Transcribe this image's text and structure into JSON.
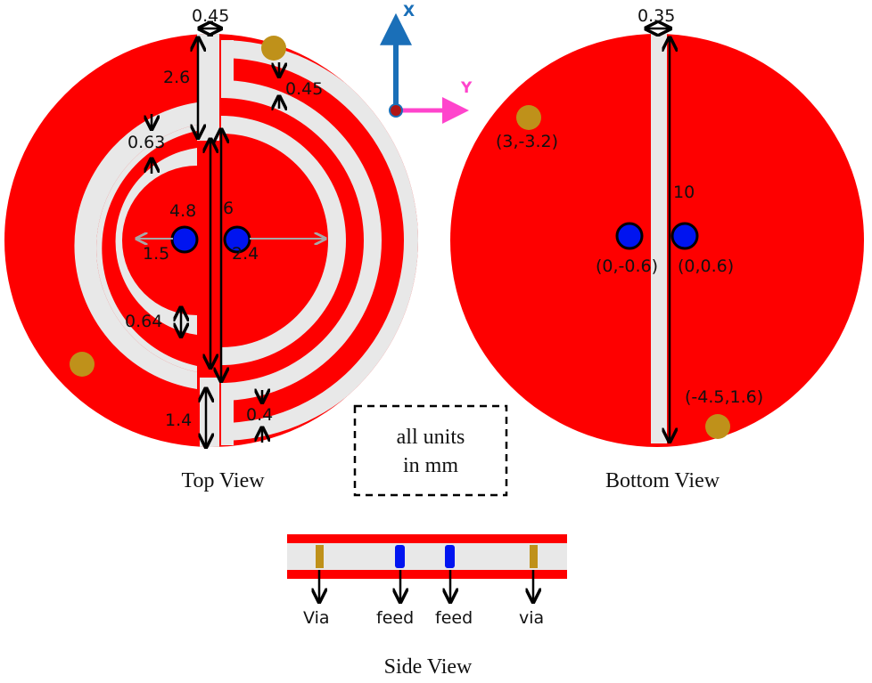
{
  "colors": {
    "copper": "#fe0000",
    "substrate": "#e8e8e8",
    "via": "#bf911a",
    "feed": "#0014f0",
    "x_axis": "#1a6fb8",
    "y_axis": "#ff44cc",
    "dimension_arrow": "#000000",
    "radius_arrow": "#b0b0b0"
  },
  "icons": {
    "axis": "xy-axis-icon",
    "via": "via-dot-icon",
    "feed": "feed-dot-icon"
  },
  "views": {
    "top": {
      "caption": "Top View",
      "dims": {
        "slot_width": "0.45",
        "upper_segment": "2.6",
        "ring_gap": "0.45",
        "ring_width_outer": "0.63",
        "inner_radius_left": "4.8",
        "inner_radius_right": "6",
        "feed_left_radius": "1.5",
        "feed_right_radius": "2.4",
        "ring_width_inner": "0.64",
        "lower_gap": "0.4",
        "lower_segment": "1.4"
      }
    },
    "bottom": {
      "caption": "Bottom View",
      "dims": {
        "slot_width": "0.35",
        "slot_length": "10"
      },
      "coords": {
        "via_top": "(3,-3.2)",
        "feed_left": "(0,-0.6)",
        "feed_right": "(0,0.6)",
        "via_bottom": "(-4.5,1.6)"
      }
    },
    "side": {
      "caption": "Side View",
      "labels": {
        "via_left": "Via",
        "feed_left": "feed",
        "feed_right": "feed",
        "via_right": "via"
      }
    }
  },
  "axes": {
    "x": "X",
    "y": "Y"
  },
  "note": {
    "line1": "all units",
    "line2": "in mm"
  }
}
